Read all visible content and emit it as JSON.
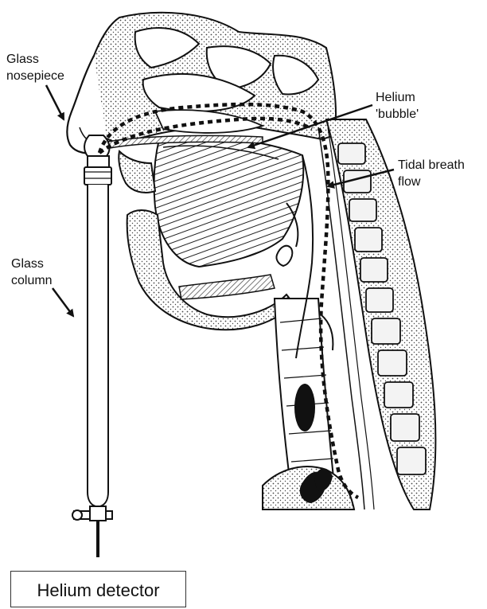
{
  "labels": {
    "nosepiece": [
      "Glass",
      "nosepiece"
    ],
    "helium_bubble": [
      "Helium",
      "'bubble'"
    ],
    "tidal_flow": [
      "Tidal breath",
      "flow"
    ],
    "glass_column": [
      "Glass",
      "column"
    ]
  },
  "detector_label": "Helium detector",
  "colors": {
    "ink": "#111111",
    "background": "#ffffff",
    "hatch": "#555555"
  }
}
